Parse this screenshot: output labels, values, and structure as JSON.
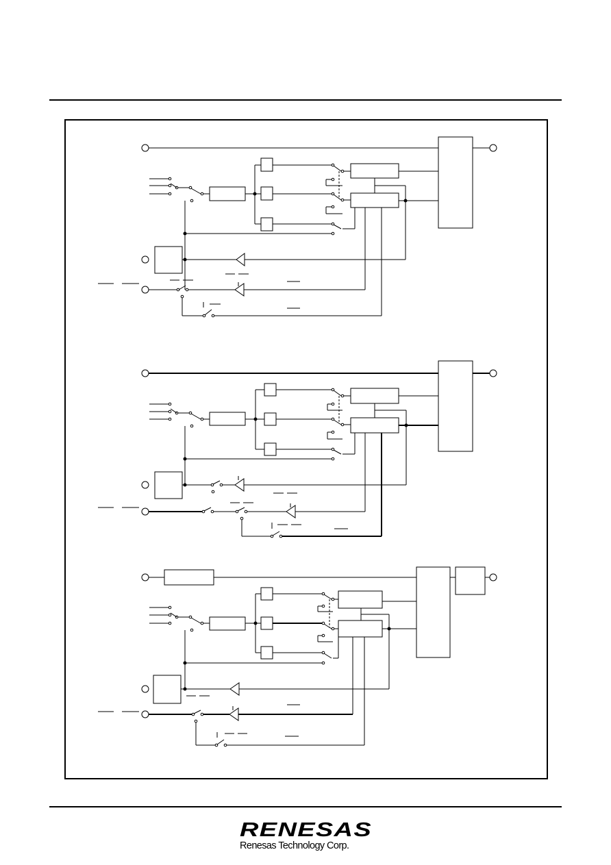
{
  "logo": {
    "wordmark": "RENESAS",
    "company": "Renesas Technology Corp."
  },
  "colors": {
    "line": "#000000",
    "background": "#ffffff"
  },
  "diagrams": [
    "circuit-block-1",
    "circuit-block-2",
    "circuit-block-3"
  ]
}
